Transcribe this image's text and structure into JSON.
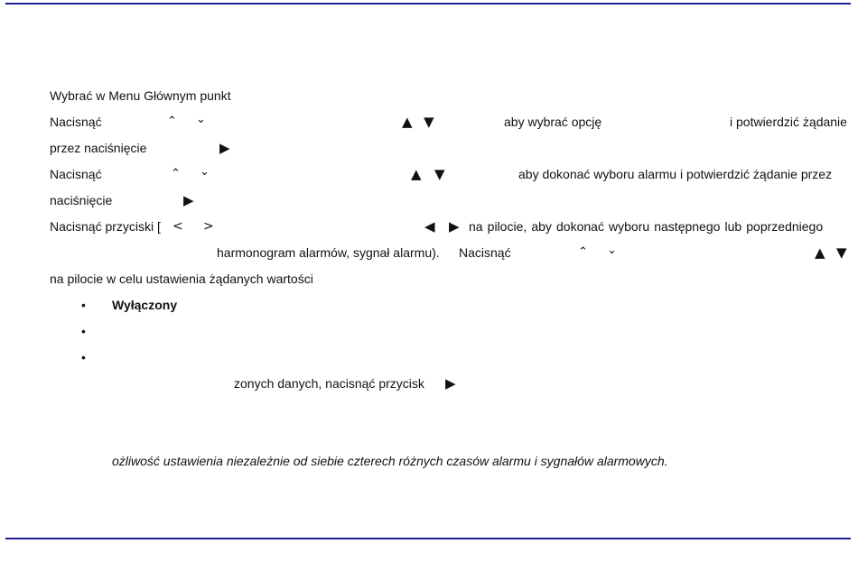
{
  "colors": {
    "rule": "#1f1f8f",
    "text": "#111111"
  },
  "icons": {
    "chev_up": "⌃",
    "chev_down": "⌄",
    "tri_up": "▲",
    "tri_down": "▼",
    "tri_left": "◀",
    "tri_right": "▶",
    "angle_left": "<",
    "angle_right": ">",
    "bullet": "•"
  },
  "lines": {
    "l1": "Wybrać w Menu Głównym punkt",
    "l2_a": "Nacisnąć",
    "l2_b": "aby wybrać opcję",
    "l2_c": "i potwierdzić żądanie",
    "l3": "przez naciśnięcie",
    "l4_a": "Nacisnąć",
    "l4_b": "aby dokonać wyboru alarmu i potwierdzić żądanie przez",
    "l5": "naciśnięcie",
    "l6_a": "Nacisnąć przyciski [",
    "l6_b": "na pilocie, aby dokonać wyboru następnego lub poprzedniego",
    "l7_a": "harmonogram alarmów, sygnał alarmu).",
    "l7_b": "Nacisnąć",
    "l8": "na pilocie w celu ustawienia żądanych wartości",
    "bullet1": "Wyłączony",
    "l12": "zonych danych, nacisnąć przycisk",
    "note": "ożliwość ustawienia niezależnie od siebie czterech różnych czasów alarmu i sygnałów alarmowych."
  }
}
